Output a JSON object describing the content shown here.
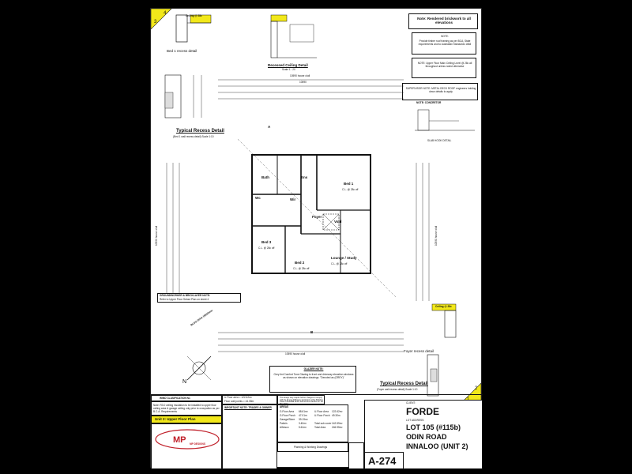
{
  "sheet": {
    "corner_tl": "4",
    "corner_tl2": "3",
    "corner_br": "1",
    "corner_br2": "2"
  },
  "notes": {
    "rendered_title": "Note: Rendered brickwork to all elevations",
    "note1_title": "NOTE:",
    "note1_text": "Provide timber roof framing as per BCA, State requirements and to Australian Standards 1684",
    "note2_title": "NOTE: Upper Floor Main Ceiling Level @ 28c all throughout unless noted otherwise",
    "supervisor": "SUPERVISOR NOTE: METAL DECK ROOF engineers holding down details to apply",
    "concretor": "NOTE: CONCRETOR",
    "slab_hook": "SLAB HOOK DETAIL",
    "groundworker": "GROUNDWORKER & BRICKLAYER NOTE:",
    "groundworker_sub": "Refer to Upper Floor Setout Plan on sheet 4",
    "glazier_title": "GLAZIER NOTE:",
    "glazier_text": "Grey tint Comfort Tone Glazing to front and driveway elevation windows as shown on elevation drawings. \"Denoted as (GREY)\"",
    "energy_text": "This design may require further changes to comply with the Energy Efficiency provisions of the Building Code of Australia which will become effective on 1st May 2012",
    "wind_class": "WIND CLASIFICATION N1",
    "ceiling_insulation": "Note: R3.0 ceiling insulation to be installed to upper floor ceiling area & garage ceiling only prior to occupation as per B.C.A. Requirements"
  },
  "details": {
    "bed1_recess": "Bed 1 recess detail",
    "recessed_ceiling": "Recessed Ceiling Detail",
    "recessed_scale": "Scale 1 : 20",
    "typical_recess": "Typical Recess Detail",
    "typical_recess_sub": "(Bed 1 wall recess detail) Scale 1:10",
    "foyer_recess": "Foyer recess detail",
    "typical_recess2": "Typical Recess Detail",
    "typical_recess2_sub": "(Foyer wall recess detail) Scale 1:10",
    "ceiling_28c": "Ceiling @ 28c",
    "ceiling_28c_b": "Ceiling @ 28c"
  },
  "plan": {
    "dim_top": "10590 house o/all",
    "dim_top2": "10590",
    "dim_bottom": "10590 house o/all",
    "dim_left": "10590 house o/all",
    "dim_right": "10590 house o/all",
    "bldg_diag": "BLDG DIAG 15920mm",
    "section_a": "A",
    "section_b": "B",
    "rooms": {
      "bath": "Bath",
      "ens": "Ens",
      "wc": "Wc",
      "wir": "Wir",
      "bed1": "Bed 1",
      "bed1_cl": "C.L. @ 28c off",
      "foyer": "Foyer",
      "void": "Void",
      "bed3": "Bed 3",
      "bed3_cl": "C.L. @ 28c off",
      "bed2": "Bed 2",
      "bed2_cl": "C.L. @ 28c off",
      "lounge": "Lounge / Study",
      "lounge_cl": "C.L. @ 28c off"
    }
  },
  "title_block": {
    "unit_title": "Unit 2: Upper Floor Plan",
    "important_note": "IMPORTANT NOTE: TRADES & OWNER",
    "company": "MP DESIGNS",
    "client_label": "CLIENT:",
    "client": "FORDE",
    "lot_label": "LOT ADDRESS:",
    "lot": "LOT 105 (#115b)",
    "road": "ODIN ROAD",
    "suburb": "INNALOO (UNIT 2)",
    "job_no": "A-274",
    "areas_title": "AREAS",
    "area_gf_living": "G.Floor Area",
    "area_gf_living_val": "68.61m²",
    "area_porch": "G.Floor Porch",
    "area_porch_val": "47.01m",
    "area_garage": "Garage/Store",
    "area_garage_val": "39.19m²",
    "area_patio": "Patio/s",
    "area_patio_val": "3.40m²",
    "area_alfresco": "Alfresco",
    "area_alfresco_val": "5.61m²",
    "area_uf": "U.Floor Area",
    "area_uf_val": "122.62m²",
    "area_uf_porch": "U.Floor Porch",
    "area_uf_porch_val": "49.30m",
    "total_sub": "Total sub cover",
    "total_sub_val": "142.59m²",
    "total_area": "Total Area",
    "total_area_val": "246.95m²",
    "revision": "Planning & Working Drawings",
    "plan_title_a": "U.Floor area = 122.62m²",
    "plan_title_b": "Floor wall points = 44.08m"
  }
}
